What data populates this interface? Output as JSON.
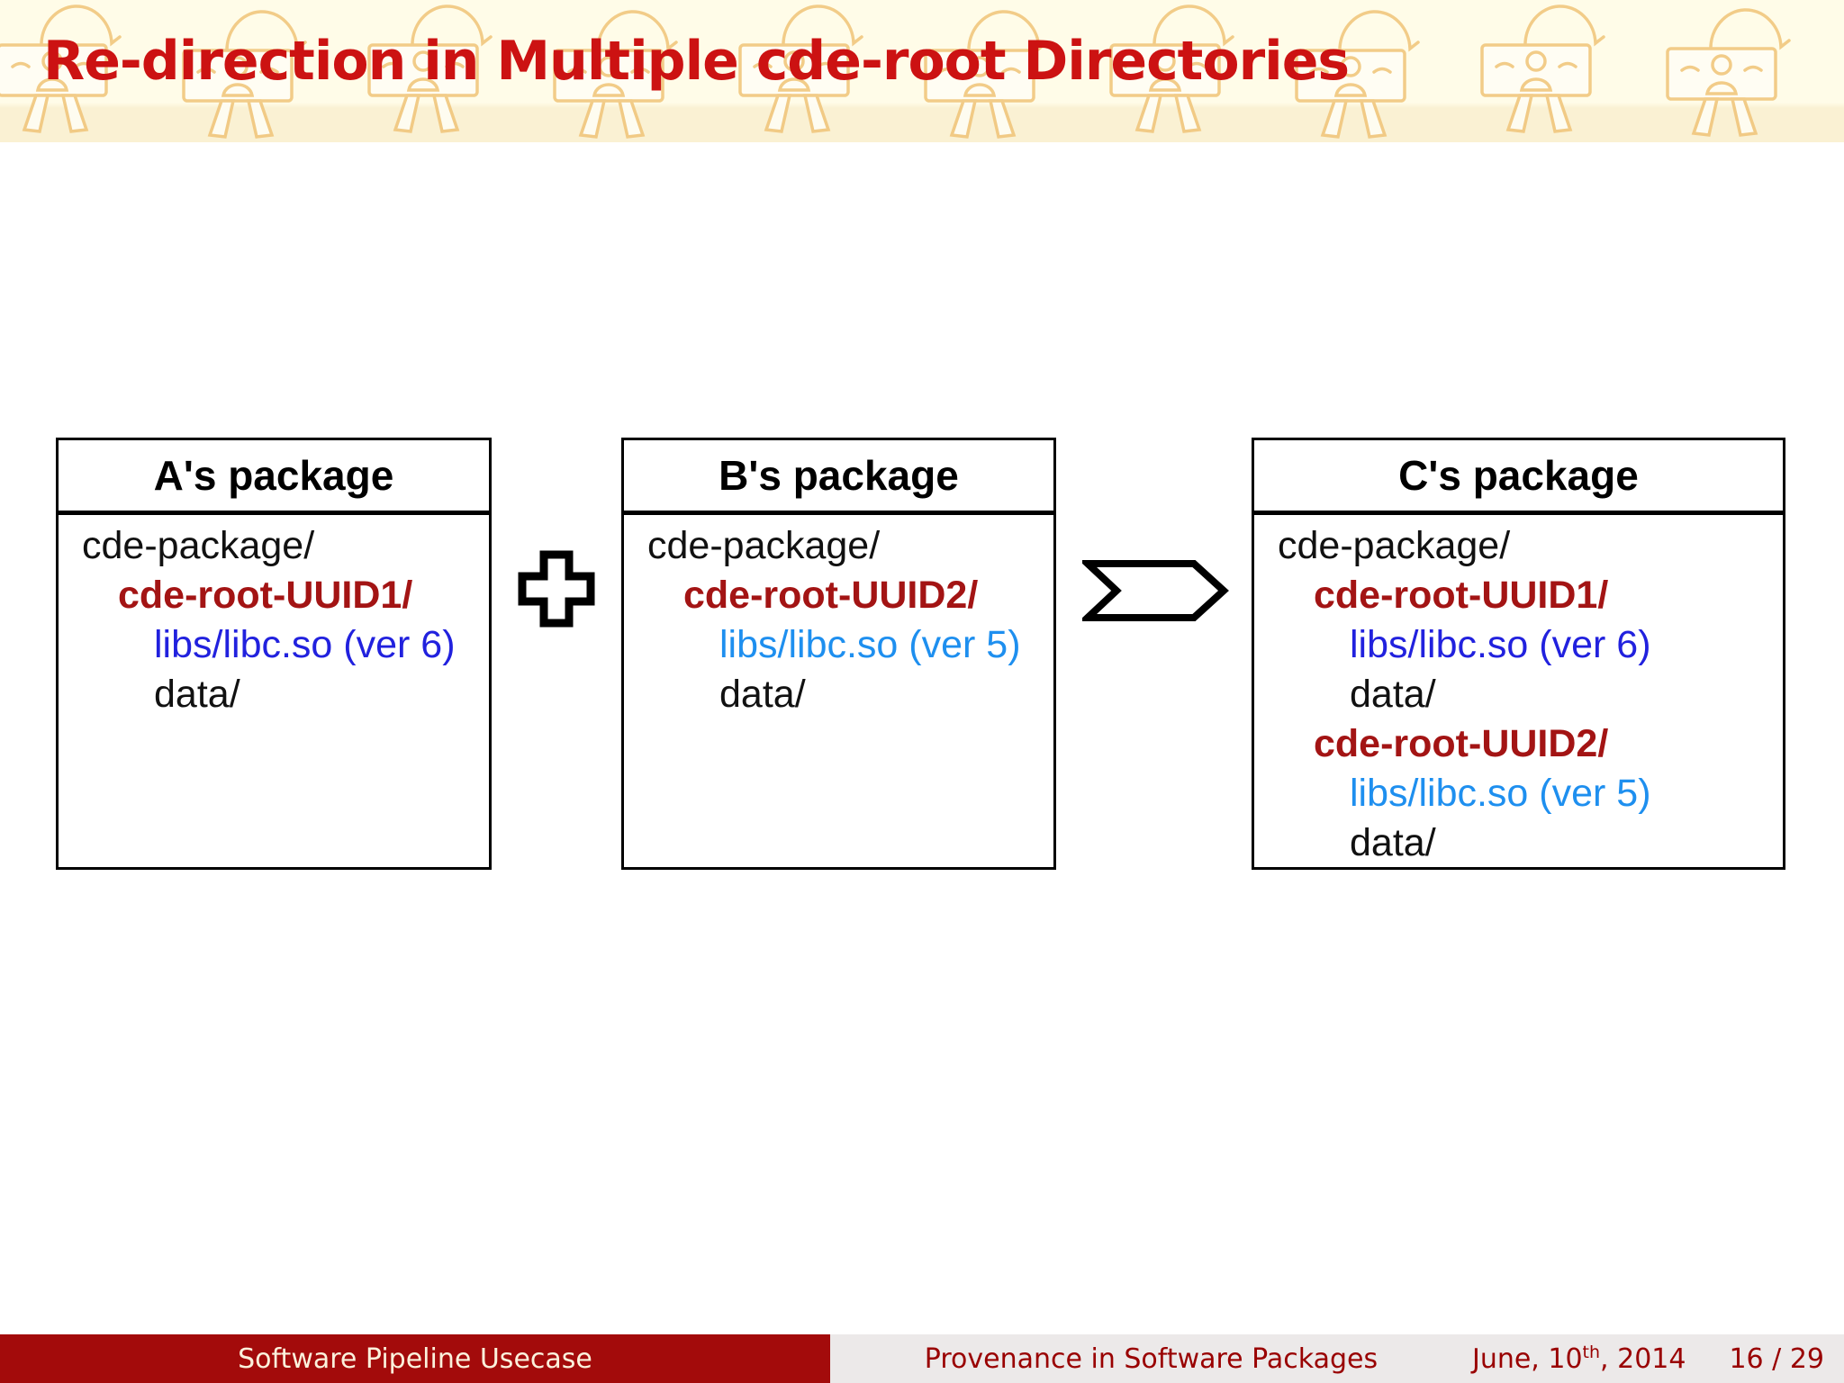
{
  "title": "Re-direction in Multiple cde-root Directories",
  "colors": {
    "title_red": "#CC1212",
    "maroon": "#A31414",
    "ink": "#111111",
    "blue_strong": "#2121DE",
    "blue_light": "#1E8FEF",
    "header_bg": "#FFFCE8",
    "header_band": "#FAF1D3",
    "pattern_stroke": "#F0C478",
    "pattern_fill": "#FFFEF6",
    "footer_left_bg": "#A30B0B",
    "footer_left_text": "#FBF1DC",
    "footer_right_bg": "#ECE9E9",
    "footer_right_text": "#990000"
  },
  "packages": [
    {
      "title": "A's package",
      "lines": [
        {
          "text": "cde-package/",
          "cls": "plain",
          "indent": 0
        },
        {
          "text": "cde-root-UUID1/",
          "cls": "root",
          "indent": 1
        },
        {
          "text": "libs/libc.so (ver 6)",
          "cls": "lib-strong",
          "indent": 2
        },
        {
          "text": "data/",
          "cls": "plain",
          "indent": 2
        }
      ]
    },
    {
      "title": "B's package",
      "lines": [
        {
          "text": "cde-package/",
          "cls": "plain",
          "indent": 0
        },
        {
          "text": "cde-root-UUID2/",
          "cls": "root",
          "indent": 1
        },
        {
          "text": "libs/libc.so (ver 5)",
          "cls": "lib-light",
          "indent": 2
        },
        {
          "text": "data/",
          "cls": "plain",
          "indent": 2
        }
      ]
    },
    {
      "title": "C's package",
      "lines": [
        {
          "text": "cde-package/",
          "cls": "plain",
          "indent": 0
        },
        {
          "text": "cde-root-UUID1/",
          "cls": "root",
          "indent": 1
        },
        {
          "text": "libs/libc.so (ver 6)",
          "cls": "lib-strong",
          "indent": 2
        },
        {
          "text": "data/",
          "cls": "plain",
          "indent": 2
        },
        {
          "text": "cde-root-UUID2/",
          "cls": "root",
          "indent": 1
        },
        {
          "text": "libs/libc.so (ver 5)",
          "cls": "lib-light",
          "indent": 2
        },
        {
          "text": "data/",
          "cls": "plain",
          "indent": 2
        }
      ]
    }
  ],
  "icons": {
    "plus": "plus-icon",
    "arrow": "merge-arrow-icon",
    "pattern": "padlock-pattern"
  },
  "footer": {
    "section": "Software Pipeline Usecase",
    "deck_title": "Provenance in Software Packages",
    "date_prefix": "June, 10",
    "date_sup": "th",
    "date_suffix": ", 2014",
    "page": "16 / 29"
  }
}
